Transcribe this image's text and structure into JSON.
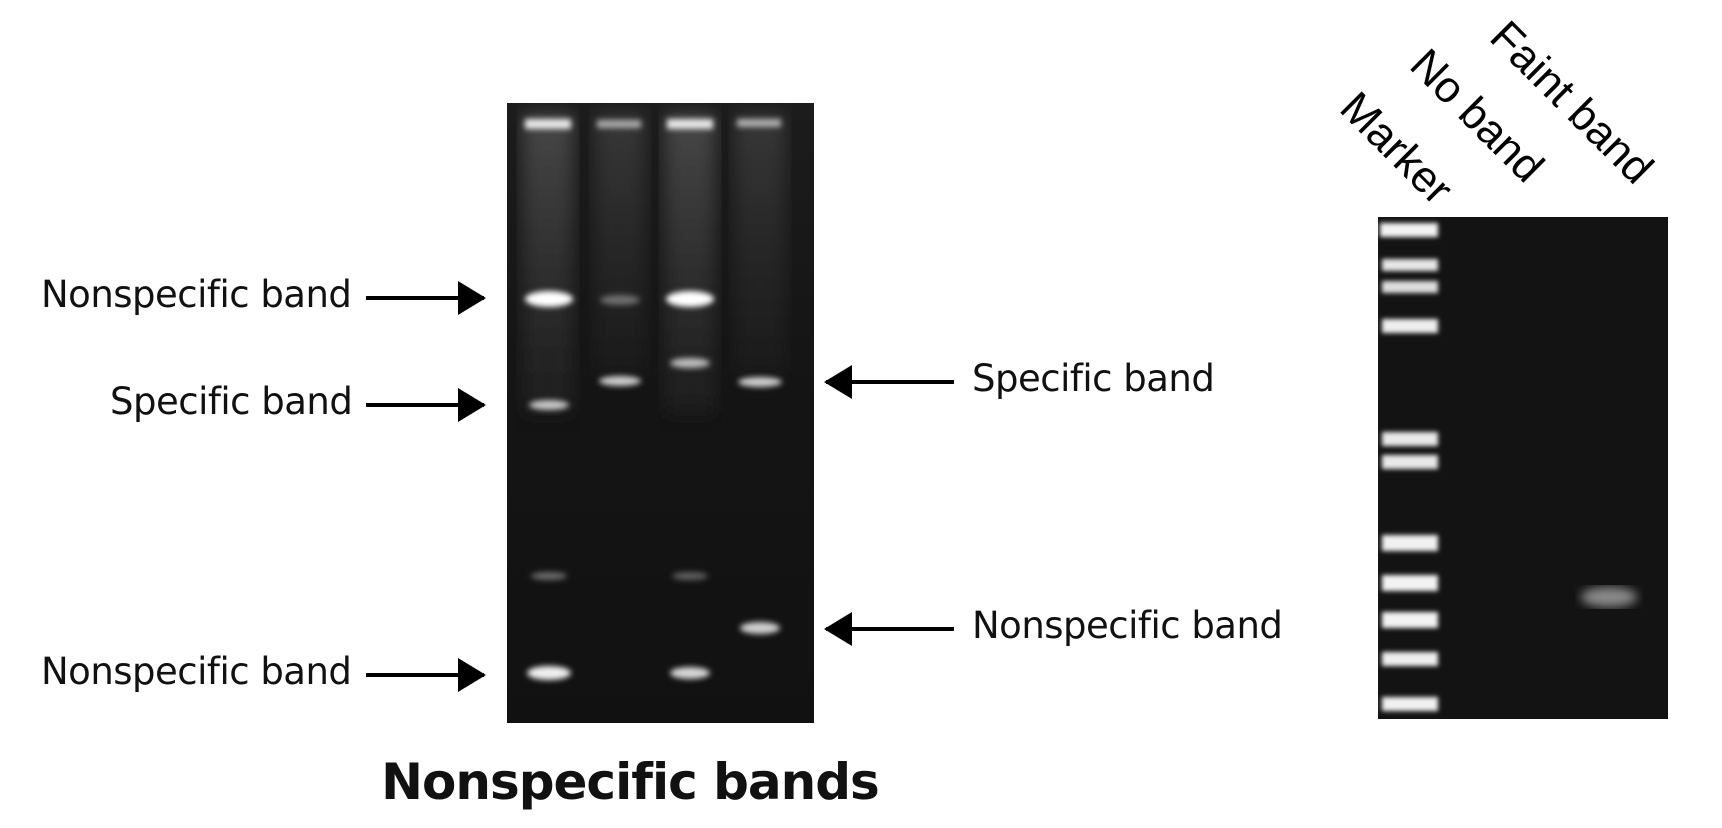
{
  "left_figure": {
    "caption": "Nonspecific bands",
    "labels_left": [
      "Nonspecific band",
      "Specific band",
      "Nonspecific band"
    ],
    "labels_right": [
      "Specific band",
      "Nonspecific band"
    ],
    "lanes": 4
  },
  "right_figure": {
    "lane_labels": [
      "Marker",
      "No band",
      "Faint band"
    ]
  }
}
